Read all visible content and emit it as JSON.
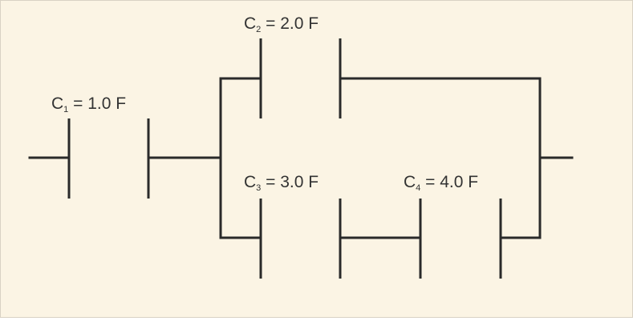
{
  "capacitors": [
    {
      "id": "C1",
      "symbol": "C",
      "subscript": "1",
      "label_rest": " = 1.0 F"
    },
    {
      "id": "C2",
      "symbol": "C",
      "subscript": "2",
      "label_rest": " = 2.0 F"
    },
    {
      "id": "C3",
      "symbol": "C",
      "subscript": "3",
      "label_rest": " = 3.0 F"
    },
    {
      "id": "C4",
      "symbol": "C",
      "subscript": "4",
      "label_rest": " = 4.0 F"
    }
  ],
  "colors": {
    "background": "#fbf4e4",
    "wire": "#2a2a2a",
    "text": "#333333"
  }
}
